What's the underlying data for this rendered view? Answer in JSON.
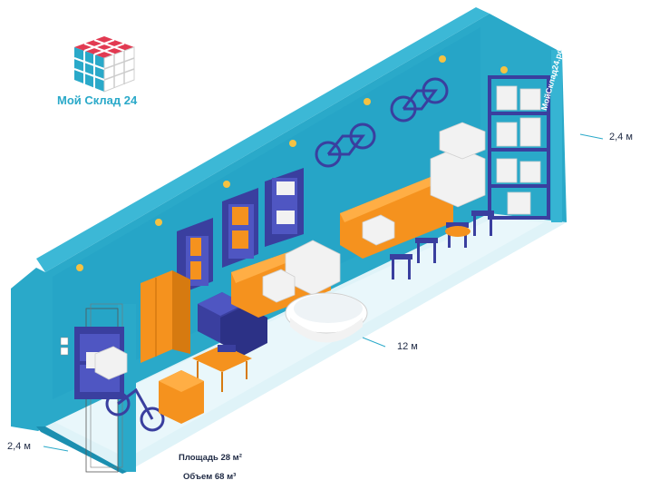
{
  "brand": {
    "name": "Мой Склад 24",
    "site": "МойСклад24.рф"
  },
  "dimensions": {
    "height_right": "2,4 м",
    "length": "12 м",
    "height_left": "2,4 м"
  },
  "stats": {
    "area": "Площадь 28 м²",
    "volume": "Объем 68 м³"
  },
  "colors": {
    "container": "#2aa9c9",
    "container_dark": "#1b8fb0",
    "furniture_orange": "#f5921e",
    "furniture_navy": "#3a3f9f",
    "boxes": "#f2f2f2"
  }
}
